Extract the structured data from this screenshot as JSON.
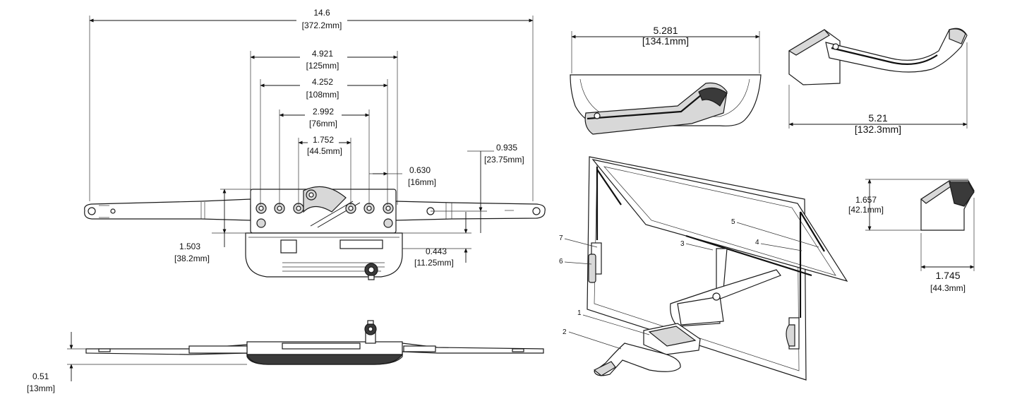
{
  "dimensions": {
    "overall_length": {
      "value": "14.6",
      "metric": "[372.2mm]"
    },
    "d1": {
      "value": "4.921",
      "metric": "[125mm]"
    },
    "d2": {
      "value": "4.252",
      "metric": "[108mm]"
    },
    "d3": {
      "value": "2.992",
      "metric": "[76mm]"
    },
    "d4": {
      "value": "1.752",
      "metric": "[44.5mm]"
    },
    "d5": {
      "value": "0.630",
      "metric": "[16mm]"
    },
    "d6": {
      "value": "0.935",
      "metric": "[23.75mm]"
    },
    "d7": {
      "value": "1.503",
      "metric": "[38.2mm]"
    },
    "d8": {
      "value": "0.443",
      "metric": "[11.25mm]"
    },
    "d9": {
      "value": "0.51",
      "metric": "[13mm]"
    },
    "handle_width": {
      "value": "5.281",
      "metric": "[134.1mm]"
    },
    "handle_length": {
      "value": "5.21",
      "metric": "[132.3mm]"
    },
    "cover_height": {
      "value": "1.657",
      "metric": "[42.1mm]"
    },
    "cover_depth": {
      "value": "1.745",
      "metric": "[44.3mm]"
    }
  },
  "callouts": [
    "1",
    "2",
    "3",
    "4",
    "5",
    "6",
    "7"
  ]
}
